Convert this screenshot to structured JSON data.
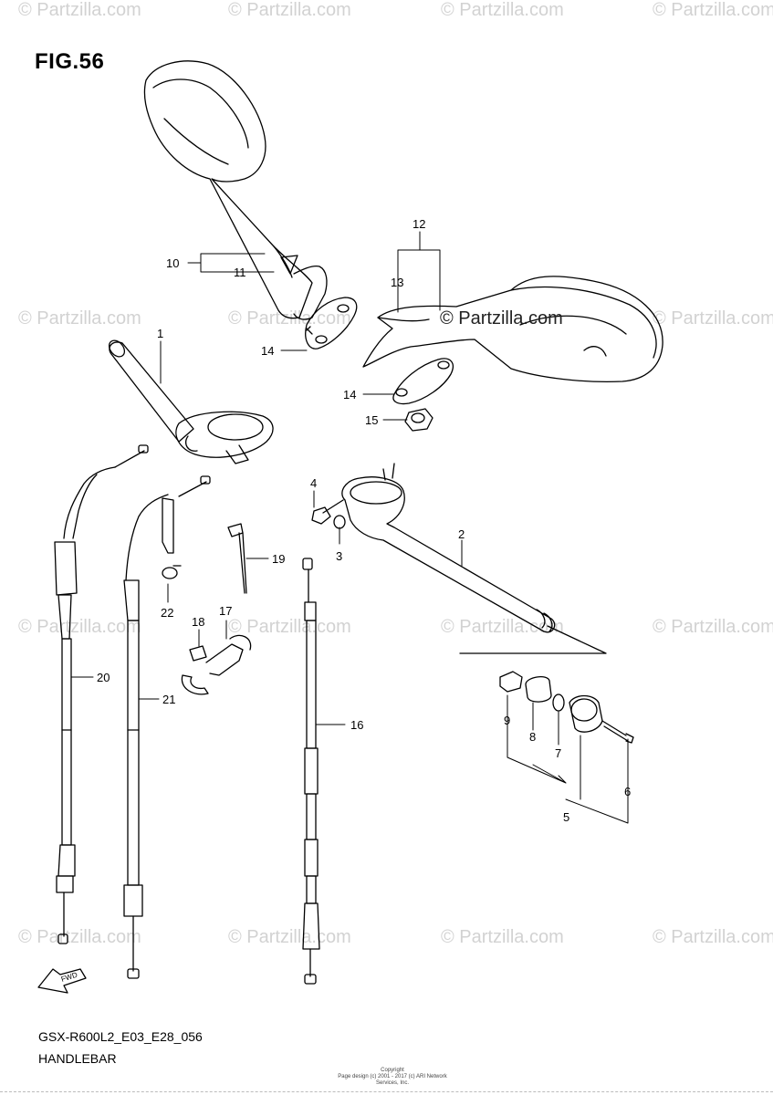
{
  "figure": {
    "title": "FIG.56",
    "model_code": "GSX-R600L2_E03_E28_056",
    "section_name": "HANDLEBAR",
    "center_watermark": "© Partzilla.com",
    "footer_copyright": "Copyright\nPage design (c) 2001 - 2017 (c) ARI Network Services, Inc."
  },
  "watermark": {
    "text": "© Partzilla.com"
  },
  "fwd_label": "FWD",
  "callouts": [
    "1",
    "2",
    "3",
    "4",
    "5",
    "6",
    "7",
    "8",
    "9",
    "10",
    "11",
    "12",
    "13",
    "14",
    "14",
    "15",
    "16",
    "17",
    "18",
    "19",
    "20",
    "21",
    "22"
  ]
}
